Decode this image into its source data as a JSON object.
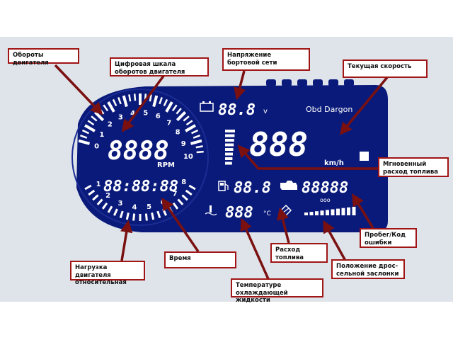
{
  "callouts": [
    {
      "id": "engine-rpm",
      "text": "Обороты двигателя"
    },
    {
      "id": "digital-rpm",
      "text": "Цифровая шкала оборотов двигателя"
    },
    {
      "id": "voltage",
      "text": "Напряжение бортовой сети"
    },
    {
      "id": "speed",
      "text": "Текущая скорость"
    },
    {
      "id": "instant-fuel",
      "text": "Мгновенный расход топлива"
    },
    {
      "id": "odometer",
      "text": "Пробег/Код ошибки"
    },
    {
      "id": "throttle",
      "text": "Положение дрос-сельной заслонки"
    },
    {
      "id": "fuel-consumption",
      "text": "Расход топлива"
    },
    {
      "id": "coolant",
      "text": "Температуре охлаждающей жидкости"
    },
    {
      "id": "time",
      "text": "Время"
    },
    {
      "id": "engine-load",
      "text": "Нагрузка двигателя относительная"
    }
  ],
  "dashboard": {
    "brand": "Obd Dargon",
    "rpm_unit": "RPM",
    "speed_unit": "km/h",
    "volt_unit": "v",
    "temp_unit": "°C",
    "rpm_digits": "8888",
    "time_digits": "88:88:88",
    "volt_digits": "88.8",
    "speed_digits": "888",
    "fuel_digits": "88.8",
    "odo_digits": "88888",
    "temp_digits": "888",
    "odo_small": "ooo",
    "tach_labels": [
      "0",
      "1",
      "2",
      "3",
      "4",
      "5",
      "6",
      "7",
      "8",
      "9",
      "10"
    ],
    "load_labels": [
      "1",
      "2",
      "3",
      "4",
      "5",
      "6",
      "7",
      "8"
    ]
  },
  "colors": {
    "panel": "#0a1a7a",
    "arrow": "#7a1010",
    "border": "#a01515"
  }
}
